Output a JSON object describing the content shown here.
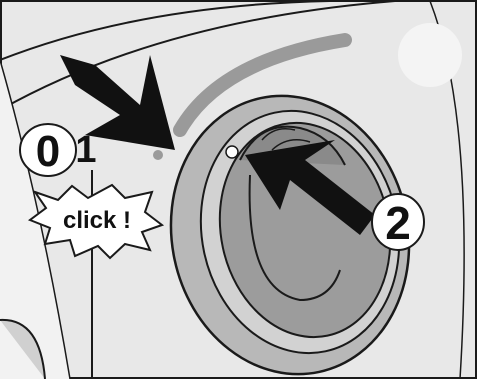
{
  "labels": {
    "step_left": "0",
    "step_left_sub": "1",
    "click": "click !",
    "step_right": "2"
  },
  "colors": {
    "background": "#e8e8e8",
    "panel_light": "#f2f2f2",
    "ring_fill": "#b8b8b8",
    "inner_grey": "#9c9c9c",
    "knob_grey": "#8a8a8a",
    "arrow": "#111111",
    "outline": "#1a1a1a"
  },
  "icons": {
    "left_arrow": "arrow-down-right-icon",
    "right_arrow": "arrow-up-left-icon",
    "click_burst": "starburst-icon"
  }
}
